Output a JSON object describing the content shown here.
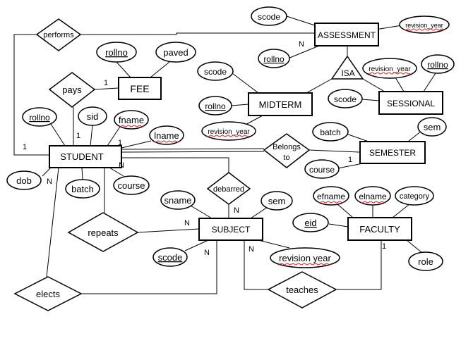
{
  "diagram": {
    "entities": {
      "student": "STUDENT",
      "fee": "FEE",
      "assessment": "ASSESSMENT",
      "midterm": "MIDTERM",
      "sessional": "SESSIONAL",
      "semester": "SEMESTER",
      "subject": "SUBJECT",
      "faculty": "FACULTY"
    },
    "relationships": {
      "performs": "performs",
      "pays": "pays",
      "belongs_to_line1": "Belongs",
      "belongs_to_line2": "to",
      "debarred": "debarred",
      "repeats": "repeats",
      "elects": "elects",
      "teaches": "teaches",
      "isa": "ISA"
    },
    "attributes": {
      "fee_rollno": "rollno",
      "fee_paved": "paved",
      "assess_scode": "scode",
      "assess_revision_year": "revision_year",
      "assess_rollno": "rollno",
      "mid_scode": "scode",
      "mid_rollno": "rollno",
      "mid_revision_year": "revision_year",
      "ses_revision_year": "revision_year",
      "ses_rollno": "rollno",
      "ses_scode": "scode",
      "stu_rollno": "rollno",
      "stu_sid": "sid",
      "stu_fname": "fname",
      "stu_lname": "lname",
      "stu_dob": "dob",
      "stu_batch": "batch",
      "stu_course": "course",
      "sem_batch": "batch",
      "sem_sem": "sem",
      "sem_course": "course",
      "sub_sname": "sname",
      "sub_sem": "sem",
      "sub_scode": "scode",
      "sub_revision_year": "revision year",
      "fac_efname": "efname",
      "fac_elname": "elname",
      "fac_category": "category",
      "fac_eid": "eid",
      "fac_role": "role"
    },
    "cardinalities": {
      "assessment_performs": "N",
      "fee_pays": "1",
      "student_pays": "1",
      "student_performs": "1",
      "student_lname": "1",
      "student_dob": "N",
      "student_below": "N",
      "semester_belongs": "1",
      "subject_debarred": "N",
      "subject_repeats": "N",
      "subject_elects": "N",
      "subject_teaches": "N",
      "faculty_teaches": "1"
    }
  }
}
